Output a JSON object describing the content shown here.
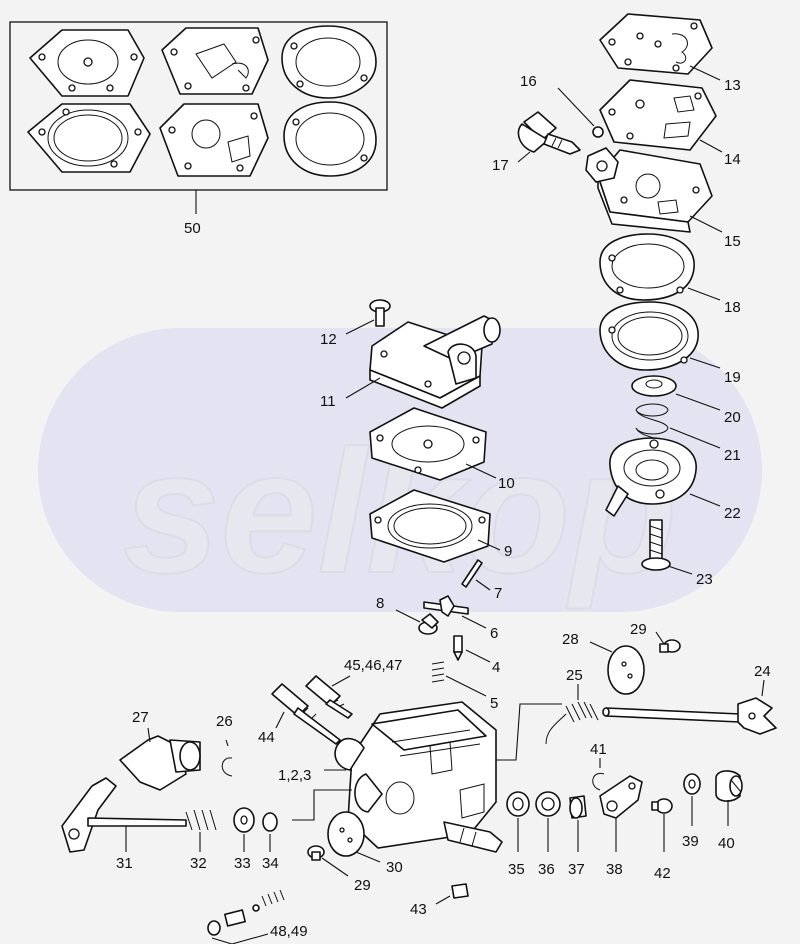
{
  "watermark": "selkop",
  "callouts": {
    "l50": "50",
    "l13": "13",
    "l14": "14",
    "l15": "15",
    "l16": "16",
    "l17": "17",
    "l18": "18",
    "l19": "19",
    "l20": "20",
    "l21": "21",
    "l22": "22",
    "l23": "23",
    "l12": "12",
    "l11": "11",
    "l10": "10",
    "l9": "9",
    "l7": "7",
    "l8": "8",
    "l6": "6",
    "l4": "4",
    "l5": "5",
    "l45": "45,46,47",
    "l44": "44",
    "l123": "1,2,3",
    "l27": "27",
    "l26": "26",
    "l31": "31",
    "l32": "32",
    "l33": "33",
    "l34": "34",
    "l30": "30",
    "l29b": "29",
    "l48": "48,49",
    "l43": "43",
    "l35": "35",
    "l36": "36",
    "l37": "37",
    "l38": "38",
    "l41": "41",
    "l42": "42",
    "l39": "39",
    "l40": "40",
    "l28": "28",
    "l29a": "29",
    "l25": "25",
    "l24": "24"
  }
}
